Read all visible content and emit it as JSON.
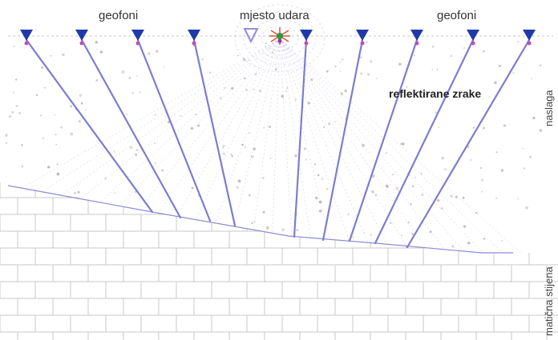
{
  "labels": {
    "geophones_left": "geofoni",
    "impact_point": "mjesto udara",
    "geophones_right": "geofoni",
    "reflected_rays": "reflektirane zrake",
    "overburden": "naslaga",
    "bedrock": "matična stijena"
  },
  "colors": {
    "ray": "#7f7bd0",
    "geophone": "#1f3aa8",
    "impact_marker": "#9a88e0",
    "interface": "#8f8bd8",
    "brick_lines": "#c9c9c9",
    "sediment_dots": "#b5a7a0"
  },
  "icons": {
    "geophone": "geophone-icon",
    "impact": "impact-star-icon"
  },
  "geophone_count": 9
}
